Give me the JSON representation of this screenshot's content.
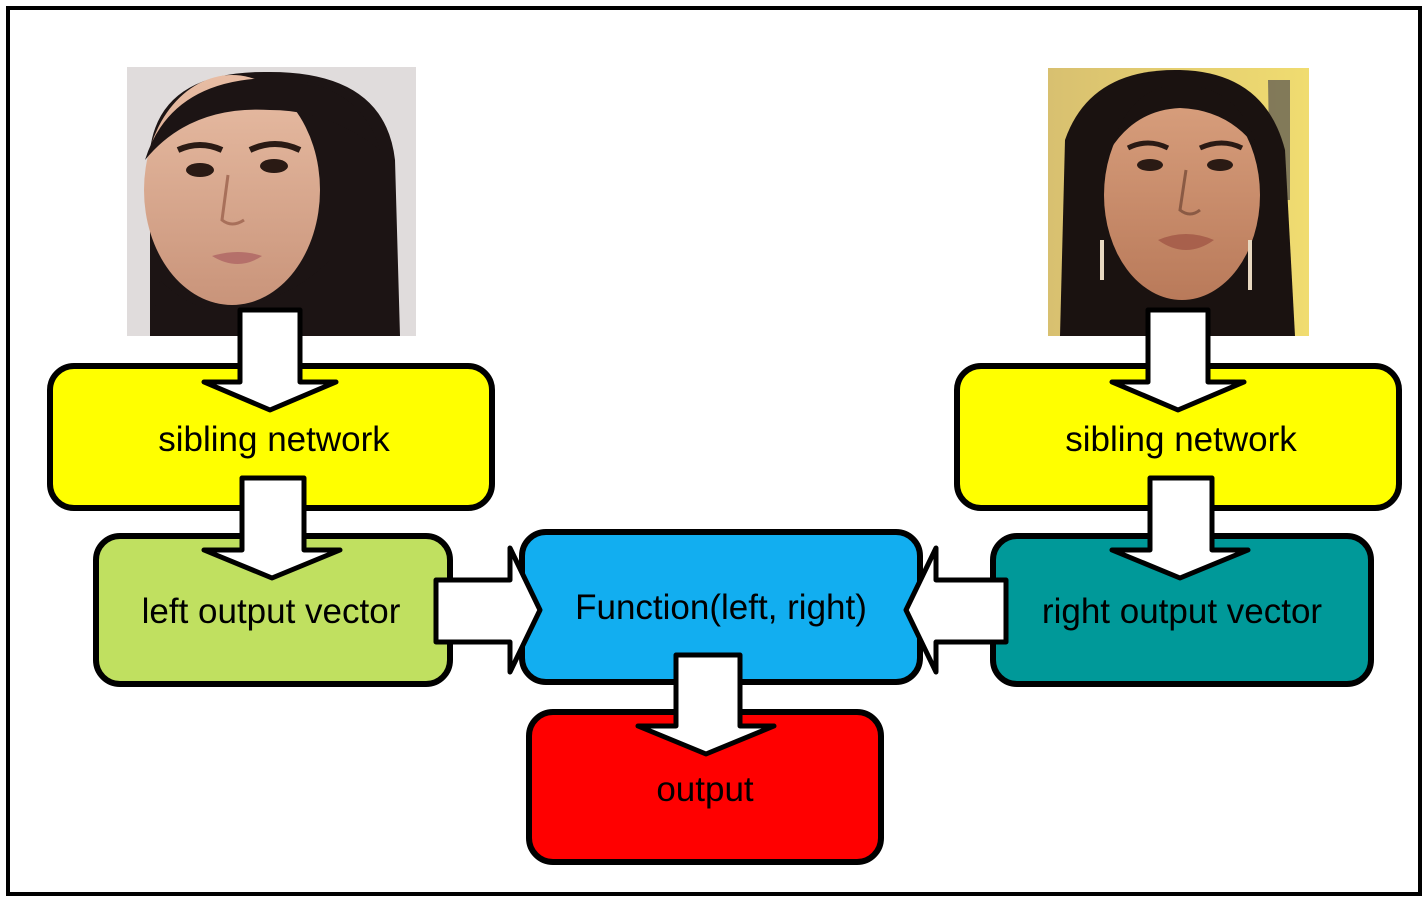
{
  "colors": {
    "sibling_box": "#ffff00",
    "left_vector_box": "#c0e060",
    "function_box": "#12aef0",
    "right_vector_box": "#009999",
    "output_box": "#ff0000",
    "arrow_fill": "#ffffff",
    "stroke": "#000000"
  },
  "nodes": {
    "left_sibling": "sibling network",
    "right_sibling": "sibling network",
    "left_vector": "left output vector",
    "right_vector": "right output vector",
    "function": "Function(left, right)",
    "output": "output"
  },
  "images": {
    "left_photo": "face photo of a young woman with dark hair",
    "right_photo": "face photo of a woman with long dark hair and earrings"
  }
}
